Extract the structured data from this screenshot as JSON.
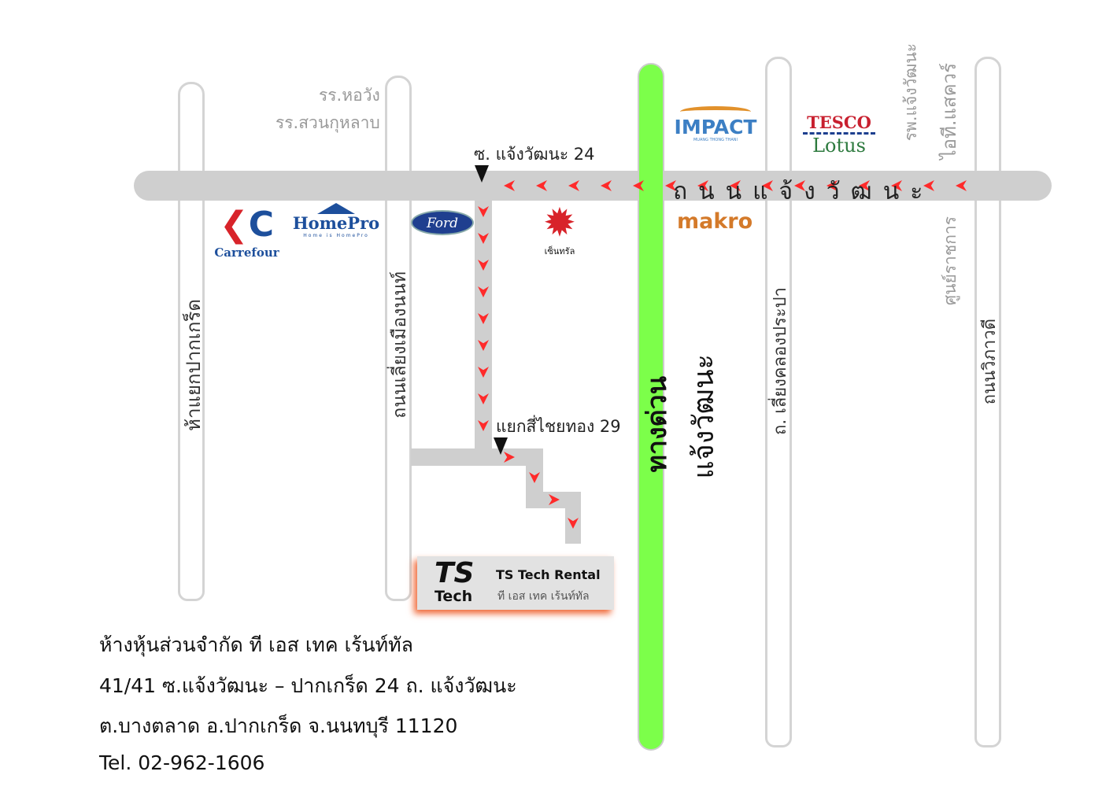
{
  "roads": {
    "main": "ถนนแจ้งวัฒนะ",
    "expressway_1": "ทางด่วน",
    "expressway_2": "แจ้งวัฒนะ",
    "road_pakkret": "ห้าแยกปากเกร็ด",
    "road_bypass": "ถนนเลี่ยงเมืองนนท์",
    "road_klongprapa": "ถ. เลี่ยงคลองประปา",
    "road_vibhavadi": "ถนนวิภาวดี"
  },
  "landmarks": {
    "school_1": "รร.หอวัง",
    "school_2": "รร.สวนกุหลาบ",
    "soi_24": "ซ. แจ้งวัฒนะ 24",
    "junction_29": "แยกสี่ไชยทอง 29",
    "hospital": "รพ.แจ้งวัฒนะ",
    "it_square": "ไอที.แสควร์",
    "gov_center": "ศูนย์ราชการ"
  },
  "logos": {
    "carrefour": "Carrefour",
    "homepro": "HomePro",
    "homepro_tag": "Home is HomePro",
    "ford": "Ford",
    "central": "เซ็นทรัล",
    "impact": "IMPACT",
    "impact_sub": "MUANG THONG THANI",
    "tesco": "TESCO",
    "lotus": "Lotus",
    "makro": "makro"
  },
  "company_card": {
    "logo_ts": "TS",
    "logo_tech": "Tech",
    "name_en": "TS Tech Rental",
    "name_th": "ที เอส เทค เร้นท์ทัล"
  },
  "address": {
    "line1": "ห้างหุ้นส่วนจำกัด  ที  เอส  เทค  เร้นท์ทัล",
    "line2": "41/41   ซ.แจ้งวัฒนะ – ปากเกร็ด 24   ถ.  แจ้งวัฒนะ",
    "line3": "ต.บางตลาด   อ.ปากเกร็ด   จ.นนทบุรี   11120",
    "line4": "Tel.  02-962-1606"
  },
  "colors": {
    "route": "#ff2a2a",
    "expressway": "#7cff4a",
    "road": "#cfcfcf"
  }
}
